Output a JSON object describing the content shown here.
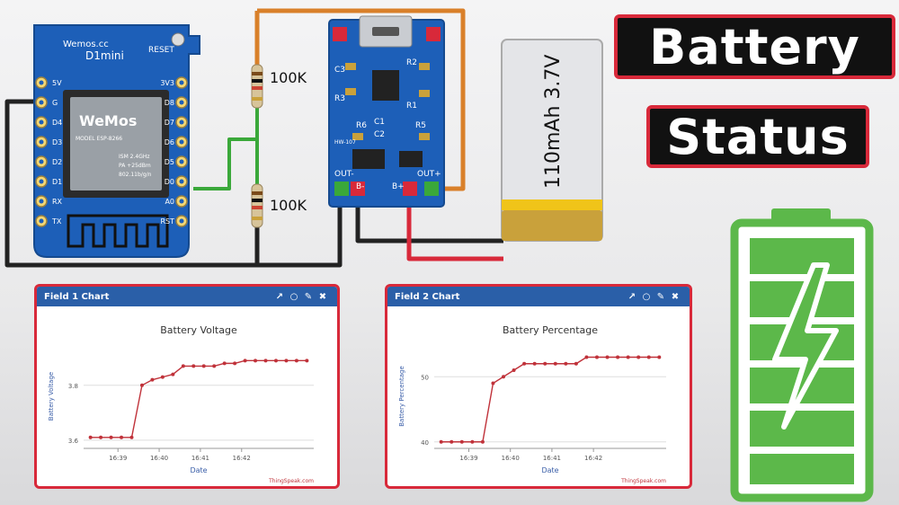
{
  "banner": {
    "line1": "Battery",
    "line2": "Status"
  },
  "circuit": {
    "board_brand": "D1mini",
    "board_site": "Wemos.cc",
    "reset_label": "RESET",
    "left_pins": [
      "5V",
      "G",
      "D4",
      "D3",
      "D2",
      "D1",
      "RX",
      "TX"
    ],
    "right_pins": [
      "3V3",
      "D8",
      "D7",
      "D6",
      "D5",
      "D0",
      "A0",
      "RST"
    ],
    "module_brand": "WeMos",
    "module_model": "MODEL ESP-8266",
    "module_specs": [
      "ISM 2.4GHz",
      "PA +25dBm",
      "802.11b/g/n"
    ],
    "resistor_top": "100K",
    "resistor_bottom": "100K",
    "charger_labels": [
      "C3",
      "R3",
      "R2",
      "R1",
      "R6",
      "C1",
      "C2",
      "R5",
      "OUT-",
      "OUT+",
      "B-",
      "B+",
      "HW-107"
    ],
    "battery_label": "110mAh 3.7V"
  },
  "charts": [
    {
      "panel_title": "Field 1 Chart",
      "credit": "ThingSpeak.com",
      "chart_data": {
        "type": "line",
        "title": "Battery Voltage",
        "xlabel": "Date",
        "ylabel": "Battery Voltage",
        "x_ticks": [
          "16:39",
          "16:40",
          "16:41",
          "16:42"
        ],
        "y_ticks": [
          3.6,
          3.8
        ],
        "ylim": [
          3.57,
          3.95
        ],
        "x": [
          "16:38:20",
          "16:38:35",
          "16:38:50",
          "16:39:05",
          "16:39:20",
          "16:39:35",
          "16:39:50",
          "16:40:05",
          "16:40:20",
          "16:40:35",
          "16:40:50",
          "16:41:05",
          "16:41:20",
          "16:41:35",
          "16:41:50",
          "16:42:05",
          "16:42:20",
          "16:42:35",
          "16:42:50",
          "16:43:05",
          "16:43:20",
          "16:43:35"
        ],
        "series": [
          {
            "values": [
              3.61,
              3.61,
              3.61,
              3.61,
              3.61,
              3.8,
              3.82,
              3.83,
              3.84,
              3.87,
              3.87,
              3.87,
              3.87,
              3.88,
              3.88,
              3.89,
              3.89,
              3.89,
              3.89,
              3.89,
              3.89,
              3.89
            ],
            "color": "#c0323a"
          }
        ],
        "grid": true
      }
    },
    {
      "panel_title": "Field 2 Chart",
      "credit": "ThingSpeak.com",
      "chart_data": {
        "type": "line",
        "title": "Battery Percentage",
        "xlabel": "Date",
        "ylabel": "Battery Percentage",
        "x_ticks": [
          "16:39",
          "16:40",
          "16:41",
          "16:42"
        ],
        "y_ticks": [
          40,
          50
        ],
        "ylim": [
          39,
          55
        ],
        "x": [
          "16:38:20",
          "16:38:35",
          "16:38:50",
          "16:39:05",
          "16:39:20",
          "16:39:35",
          "16:39:50",
          "16:40:05",
          "16:40:20",
          "16:40:35",
          "16:40:50",
          "16:41:05",
          "16:41:20",
          "16:41:35",
          "16:41:50",
          "16:42:05",
          "16:42:20",
          "16:42:35",
          "16:42:50",
          "16:43:05",
          "16:43:20",
          "16:43:35"
        ],
        "series": [
          {
            "values": [
              40,
              40,
              40,
              40,
              40,
              49,
              50,
              51,
              52,
              52,
              52,
              52,
              52,
              52,
              53,
              53,
              53,
              53,
              53,
              53,
              53,
              53
            ],
            "color": "#c0323a"
          }
        ],
        "grid": true
      }
    }
  ],
  "colors": {
    "accent_red": "#d8293a",
    "board_blue": "#1d5fb8",
    "battery_green": "#5cb84a",
    "header_blue": "#2a5fa8"
  }
}
